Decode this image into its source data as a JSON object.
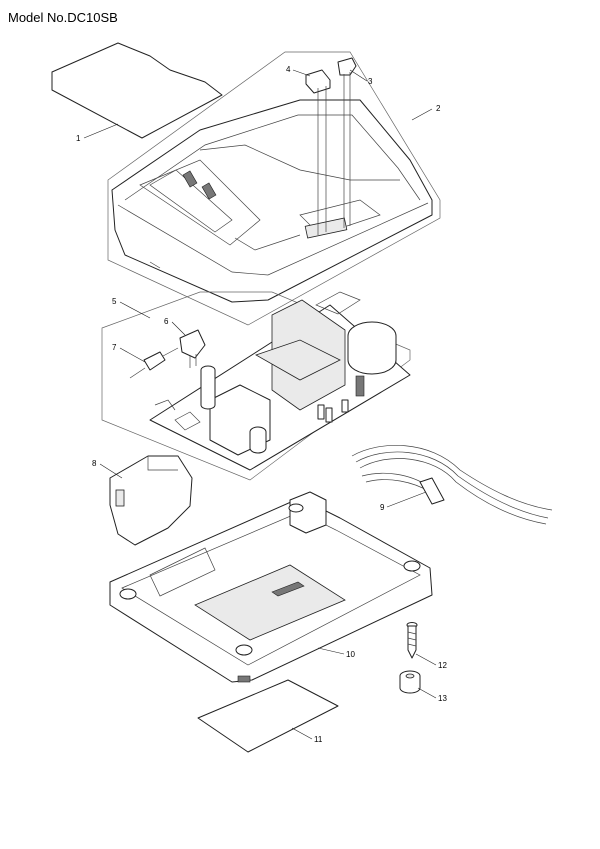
{
  "header": {
    "model_label": "Model No.DC10SB"
  },
  "parts": [
    {
      "number": "1"
    },
    {
      "number": "2"
    },
    {
      "number": "3"
    },
    {
      "number": "4"
    },
    {
      "number": "5"
    },
    {
      "number": "6"
    },
    {
      "number": "7"
    },
    {
      "number": "8"
    },
    {
      "number": "9"
    },
    {
      "number": "10"
    },
    {
      "number": "11"
    },
    {
      "number": "12"
    },
    {
      "number": "13"
    }
  ]
}
